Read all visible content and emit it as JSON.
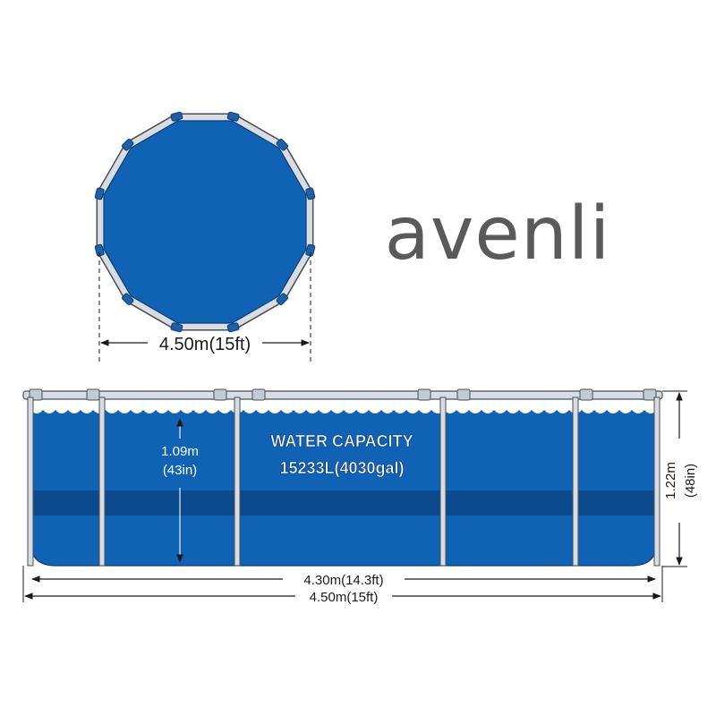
{
  "brand": {
    "name": "avenli",
    "color": "#5a5a5a"
  },
  "top_view": {
    "diameter_label": "4.50m(15ft)"
  },
  "side_view": {
    "water_capacity_title": "WATER CAPACITY",
    "water_capacity_value": "15233L(4030gal)",
    "water_depth_m": "1.09m",
    "water_depth_in": "(43in)",
    "wall_height_m": "1.22m",
    "wall_height_in": "(48in)",
    "inner_width_label": "4.30m(14.3ft)",
    "outer_width_label": "4.50m(15ft)"
  },
  "colors": {
    "pool_blue": "#0f62b4",
    "pool_stripe": "#0b4a8c",
    "pool_outline": "#0a3c74",
    "frame": "#d8dde3",
    "frame_outline": "#4a4f55",
    "dimension_line": "#1a1a1a"
  }
}
